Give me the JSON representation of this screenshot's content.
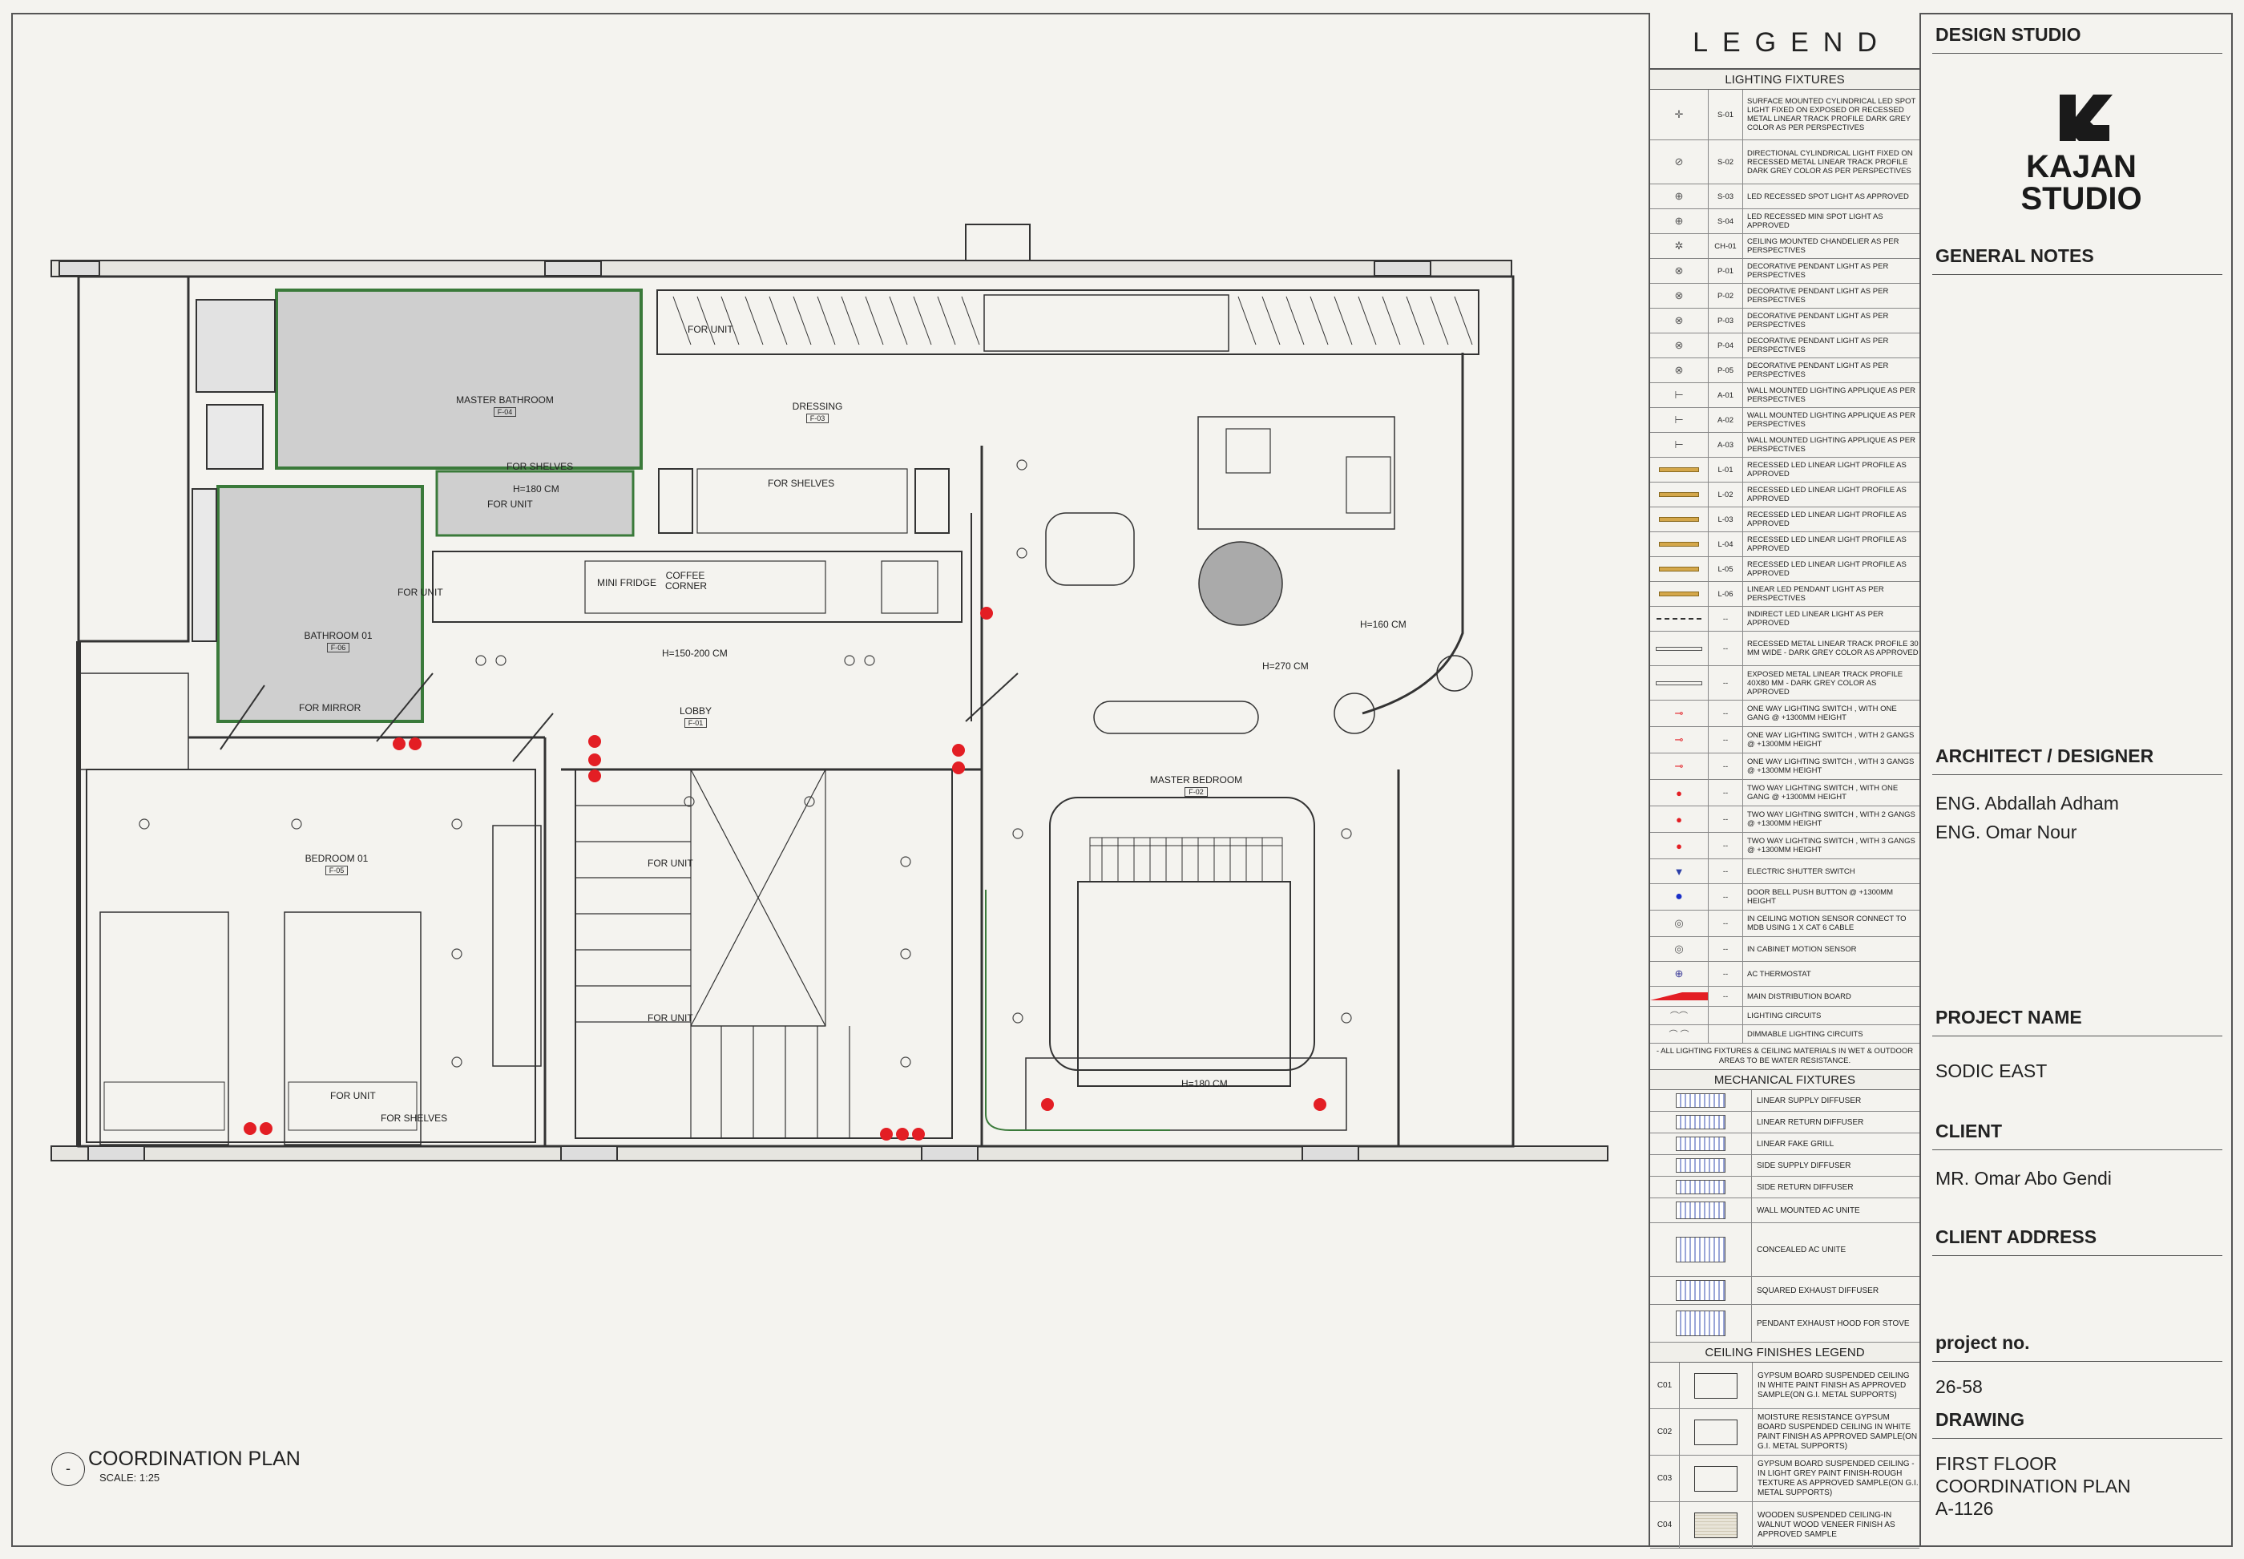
{
  "plan": {
    "title": "COORDINATION PLAN",
    "scale": "SCALE: 1:25",
    "number": "-",
    "rooms": [
      {
        "name": "MASTER BATHROOM",
        "code": "F-04"
      },
      {
        "name": "DRESSING",
        "code": "F-03"
      },
      {
        "name": "BATHROOM 01",
        "code": "F-06"
      },
      {
        "name": "LOBBY",
        "code": "F-01"
      },
      {
        "name": "MASTER BEDROOM",
        "code": "F-02"
      },
      {
        "name": "BEDROOM 01",
        "code": "F-05"
      }
    ],
    "labels": {
      "for_unit": "FOR UNIT",
      "for_shelves": "FOR SHELVES",
      "for_mirror": "FOR MIRROR",
      "mini_fridge": "MINI FRIDGE",
      "coffee_corner": "COFFEE CORNER",
      "h180": "H=180 CM",
      "h150": "H=150-200 CM",
      "h160": "H=160 CM",
      "h270": "H=270 CM"
    }
  },
  "legend": {
    "title": "LEGEND",
    "lighting_head": "LIGHTING FIXTURES",
    "lighting": [
      {
        "code": "S-01",
        "desc": "SURFACE MOUNTED CYLINDRICAL LED SPOT LIGHT FIXED ON EXPOSED OR RECESSED METAL LINEAR TRACK PROFILE DARK GREY COLOR AS PER PERSPECTIVES",
        "sym": "✛",
        "h": 62
      },
      {
        "code": "S-02",
        "desc": "DIRECTIONAL CYLINDRICAL LIGHT FIXED ON RECESSED METAL LINEAR TRACK PROFILE DARK GREY COLOR AS PER PERSPECTIVES",
        "sym": "⊘",
        "h": 54
      },
      {
        "code": "S-03",
        "desc": "LED RECESSED SPOT LIGHT AS APPROVED",
        "sym": "⊕",
        "h": 30
      },
      {
        "code": "S-04",
        "desc": "LED RECESSED MINI SPOT LIGHT AS APPROVED",
        "sym": "⊕",
        "h": 30
      },
      {
        "code": "CH-01",
        "desc": "CEILING MOUNTED CHANDELIER AS PER PERSPECTIVES",
        "sym": "✲",
        "h": 30
      },
      {
        "code": "P-01",
        "desc": "DECORATIVE PENDANT LIGHT AS PER PERSPECTIVES",
        "sym": "⊗",
        "h": 30
      },
      {
        "code": "P-02",
        "desc": "DECORATIVE PENDANT LIGHT AS PER PERSPECTIVES",
        "sym": "⊗",
        "h": 30
      },
      {
        "code": "P-03",
        "desc": "DECORATIVE PENDANT LIGHT AS PER PERSPECTIVES",
        "sym": "⊗",
        "h": 30
      },
      {
        "code": "P-04",
        "desc": "DECORATIVE PENDANT LIGHT AS PER PERSPECTIVES",
        "sym": "⊗",
        "h": 30
      },
      {
        "code": "P-05",
        "desc": "DECORATIVE PENDANT LIGHT AS PER PERSPECTIVES",
        "sym": "⊗",
        "h": 30
      },
      {
        "code": "A-01",
        "desc": "WALL MOUNTED LIGHTING APPLIQUE AS PER PERSPECTIVES",
        "sym": "⊢",
        "h": 30
      },
      {
        "code": "A-02",
        "desc": "WALL MOUNTED LIGHTING APPLIQUE AS PER PERSPECTIVES",
        "sym": "⊢",
        "h": 30
      },
      {
        "code": "A-03",
        "desc": "WALL MOUNTED LIGHTING APPLIQUE AS PER PERSPECTIVES",
        "sym": "⊢",
        "h": 30
      },
      {
        "code": "L-01",
        "desc": "RECESSED LED LINEAR LIGHT PROFILE AS APPROVED",
        "sym": "line",
        "h": 30
      },
      {
        "code": "L-02",
        "desc": "RECESSED LED LINEAR LIGHT PROFILE AS APPROVED",
        "sym": "line",
        "h": 30
      },
      {
        "code": "L-03",
        "desc": "RECESSED LED LINEAR LIGHT PROFILE AS APPROVED",
        "sym": "line",
        "h": 30
      },
      {
        "code": "L-04",
        "desc": "RECESSED LED LINEAR LIGHT PROFILE AS APPROVED",
        "sym": "line",
        "h": 30
      },
      {
        "code": "L-05",
        "desc": "RECESSED LED LINEAR LIGHT PROFILE AS APPROVED",
        "sym": "line",
        "h": 30
      },
      {
        "code": "L-06",
        "desc": "LINEAR LED PENDANT LIGHT AS PER PERSPECTIVES",
        "sym": "line",
        "h": 30
      },
      {
        "code": "--",
        "desc": "INDIRECT LED LINEAR LIGHT AS PER APPROVED",
        "sym": "dash",
        "h": 30
      },
      {
        "code": "--",
        "desc": "RECESSED METAL LINEAR TRACK PROFILE 30 MM WIDE - DARK GREY COLOR AS APPROVED",
        "sym": "thin",
        "h": 42
      },
      {
        "code": "--",
        "desc": "EXPOSED METAL LINEAR TRACK PROFILE 40X80 MM - DARK GREY COLOR AS APPROVED",
        "sym": "thin",
        "h": 42
      },
      {
        "code": "--",
        "desc": "ONE WAY LIGHTING SWITCH , WITH ONE GANG @ +1300MM HEIGHT",
        "sym": "sw",
        "h": 32
      },
      {
        "code": "--",
        "desc": "ONE WAY LIGHTING SWITCH , WITH 2 GANGS @ +1300MM HEIGHT",
        "sym": "sw",
        "h": 32
      },
      {
        "code": "--",
        "desc": "ONE WAY LIGHTING SWITCH , WITH 3 GANGS @ +1300MM HEIGHT",
        "sym": "sw",
        "h": 32
      },
      {
        "code": "--",
        "desc": "TWO WAY LIGHTING SWITCH , WITH ONE GANG @ +1300MM HEIGHT",
        "sym": "sw2",
        "h": 32
      },
      {
        "code": "--",
        "desc": "TWO WAY LIGHTING SWITCH , WITH 2 GANGS @ +1300MM HEIGHT",
        "sym": "sw2",
        "h": 32
      },
      {
        "code": "--",
        "desc": "TWO WAY LIGHTING SWITCH , WITH 3 GANGS @ +1300MM HEIGHT",
        "sym": "sw2",
        "h": 32
      },
      {
        "code": "--",
        "desc": "ELECTRIC SHUTTER SWITCH",
        "sym": "tri",
        "h": 30
      },
      {
        "code": "--",
        "desc": "DOOR BELL PUSH BUTTON @ +1300MM HEIGHT",
        "sym": "dot",
        "h": 32
      },
      {
        "code": "--",
        "desc": "IN CEILING MOTION SENSOR CONNECT TO MDB USING 1 X CAT 6 CABLE",
        "sym": "ms",
        "h": 32
      },
      {
        "code": "--",
        "desc": "IN CABINET MOTION SENSOR",
        "sym": "ms",
        "h": 30
      },
      {
        "code": "--",
        "desc": "AC THERMOSTAT",
        "sym": "th",
        "h": 30
      },
      {
        "code": "--",
        "desc": "MAIN DISTRIBUTION BOARD",
        "sym": "mdb",
        "h": 24
      },
      {
        "code": "",
        "desc": "LIGHTING CIRCUITS",
        "sym": "arc",
        "h": 22
      },
      {
        "code": "",
        "desc": "DIMMABLE LIGHTING CIRCUITS",
        "sym": "arc2",
        "h": 22
      }
    ],
    "lighting_note": "- ALL LIGHTING FIXTURES & CEILING MATERIALS IN WET & OUTDOOR AREAS TO BE WATER RESISTANCE.",
    "mech_head": "MECHANICAL FIXTURES",
    "mech": [
      {
        "desc": "LINEAR SUPPLY DIFFUSER",
        "h": 26
      },
      {
        "desc": "LINEAR RETURN DIFFUSER",
        "h": 26
      },
      {
        "desc": "LINEAR FAKE GRILL",
        "h": 26
      },
      {
        "desc": "SIDE SUPPLY DIFFUSER",
        "h": 26
      },
      {
        "desc": "SIDE RETURN DIFFUSER",
        "h": 26
      },
      {
        "desc": "WALL MOUNTED AC UNITE",
        "h": 30
      },
      {
        "desc": "CONCEALED AC UNITE",
        "h": 66
      },
      {
        "desc": "SQUARED EXHAUST DIFFUSER",
        "h": 34
      },
      {
        "desc": "PENDANT EXHAUST HOOD FOR STOVE",
        "h": 46
      }
    ],
    "ceiling_head": "CEILING FINISHES LEGEND",
    "ceiling": [
      {
        "code": "C01",
        "desc": "GYPSUM BOARD SUSPENDED CEILING IN WHITE PAINT FINISH AS APPROVED SAMPLE(ON G.I. METAL SUPPORTS)"
      },
      {
        "code": "C02",
        "desc": "MOISTURE RESISTANCE GYPSUM BOARD SUSPENDED CEILING IN WHITE PAINT FINISH AS APPROVED SAMPLE(ON G.I. METAL SUPPORTS)"
      },
      {
        "code": "C03",
        "desc": "GYPSUM BOARD SUSPENDED CEILING -IN LIGHT GREY PAINT FINISH-ROUGH TEXTURE AS APPROVED SAMPLE(ON G.I. METAL SUPPORTS)"
      },
      {
        "code": "C04",
        "desc": "WOODEN SUSPENDED CEILING-IN WALNUT WOOD VENEER FINISH AS APPROVED SAMPLE"
      }
    ]
  },
  "title_block": {
    "studio_label": "DESIGN STUDIO",
    "logo_line1": "KAJAN",
    "logo_line2": "STUDIO",
    "general_notes": "GENERAL NOTES",
    "architect_label": "ARCHITECT / DESIGNER",
    "architect_1": "ENG. Abdallah Adham",
    "architect_2": "ENG. Omar Nour",
    "project_label": "PROJECT NAME",
    "project": "SODIC EAST",
    "client_label": "CLIENT",
    "client": "MR. Omar Abo Gendi",
    "address_label": "CLIENT ADDRESS",
    "projno_label": "project no.",
    "projno": "26-58",
    "drawing_label": "DRAWING",
    "drawing_1": "FIRST FLOOR",
    "drawing_2": "COORDINATION PLAN",
    "drawing_3": "A-1126"
  },
  "colors": {
    "wall": "#333333",
    "accent_red": "#e31e24",
    "green": "#3a7a3a",
    "amber": "#d4a74a",
    "grey_fill": "#c9c9c9"
  }
}
